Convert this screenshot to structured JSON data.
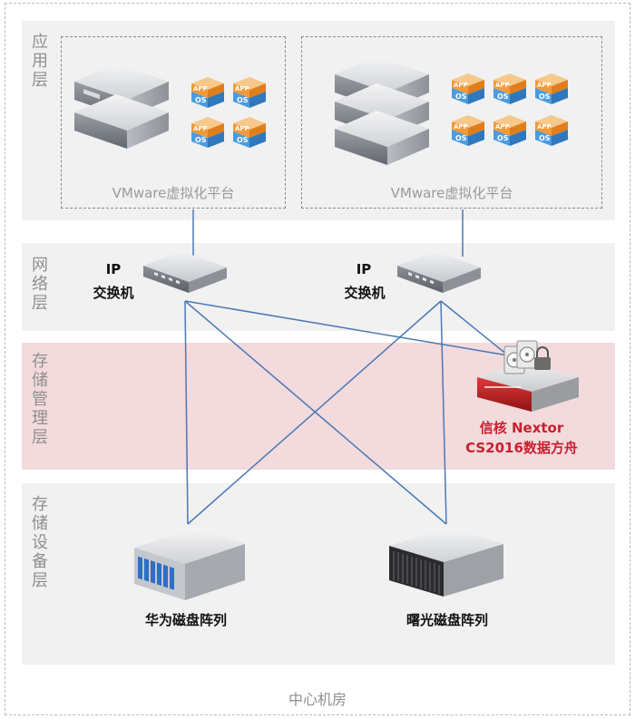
{
  "layers": {
    "application": "应用层",
    "network": "网络层",
    "storage_management": "存储管理层",
    "storage_device": "存储设备层"
  },
  "platforms": [
    {
      "label": "VMware虚拟化平台",
      "server_count": 2,
      "vm_count": 4,
      "app_text": "APP",
      "os_text": "OS"
    },
    {
      "label": "VMware虚拟化平台",
      "server_count": 3,
      "vm_count": 6,
      "app_text": "APP",
      "os_text": "OS"
    }
  ],
  "switches": [
    {
      "line1": "IP",
      "line2": "交换机"
    },
    {
      "line1": "IP",
      "line2": "交换机"
    }
  ],
  "nextor": {
    "line1": "信核 Nextor",
    "line2": "CS2016数据方舟"
  },
  "arrays": [
    {
      "label": "华为磁盘阵列"
    },
    {
      "label": "曙光磁盘阵列"
    }
  ],
  "footer": "中心机房",
  "colors": {
    "link": "#4a78b5",
    "band": "#f1f1f2",
    "storage_band": "#f3dadc",
    "nextor_text": "#c8202f"
  }
}
